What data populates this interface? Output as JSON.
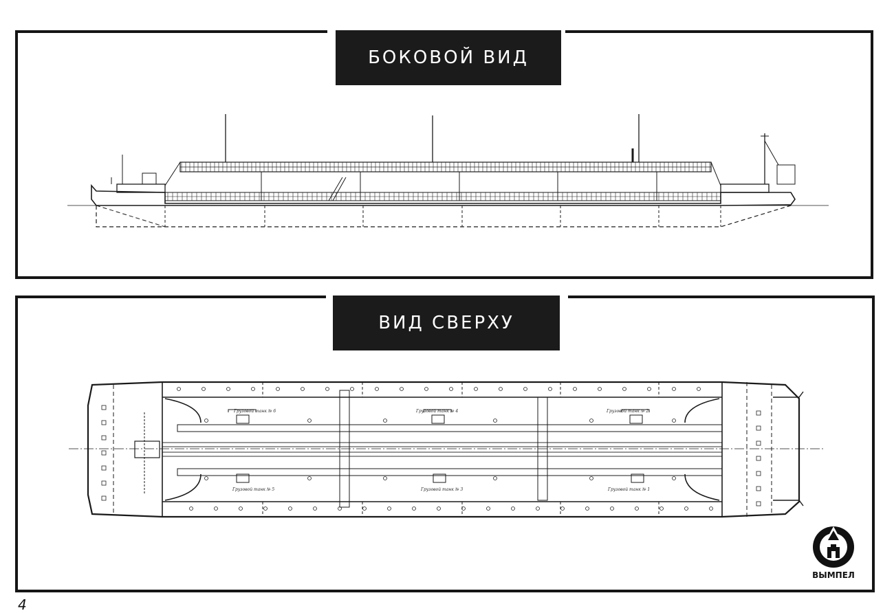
{
  "side_view": {
    "title": "БОКОВОЙ ВИД"
  },
  "top_view": {
    "title": "ВИД СВЕРХУ",
    "tank_labels": [
      "Грузовой танк № 6",
      "Грузовой танк № 4",
      "Грузовой танк № 2",
      "Грузовой танк № 5",
      "Грузовой танк № 3",
      "Грузовой танк № 1"
    ]
  },
  "logo": {
    "text": "ВЫМПЕЛ",
    "icon": "vympel-emblem-icon"
  },
  "page_number": "4",
  "colors": {
    "ink": "#151515",
    "title_bg": "#1b1b1b",
    "paper": "#ffffff"
  }
}
